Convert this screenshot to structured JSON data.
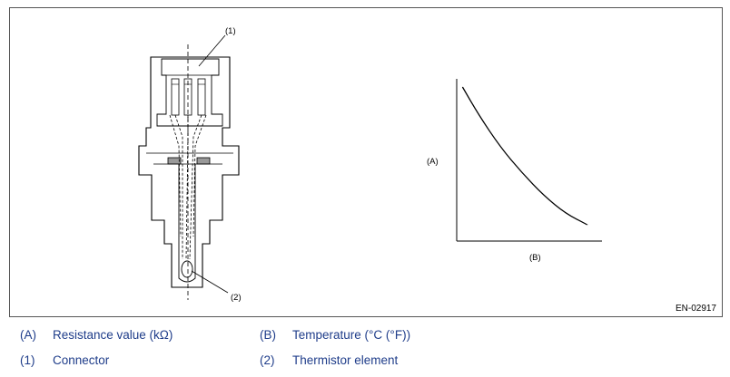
{
  "figure": {
    "callouts": {
      "connector_num": "(1)",
      "thermistor_num": "(2)"
    },
    "axis_labels": {
      "y": "(A)",
      "x": "(B)"
    },
    "figure_id": "EN-02917",
    "chart_data": {
      "type": "line",
      "title": "",
      "xlabel": "(B)",
      "ylabel": "(A)",
      "series": [
        {
          "values_shape": "decreasing-convex",
          "points": [
            [
              0.04,
              0.95
            ],
            [
              0.15,
              0.78
            ],
            [
              0.3,
              0.58
            ],
            [
              0.45,
              0.42
            ],
            [
              0.6,
              0.28
            ],
            [
              0.75,
              0.17
            ],
            [
              0.9,
              0.1
            ]
          ]
        }
      ]
    }
  },
  "legend": [
    {
      "key": "(A)",
      "text": "Resistance value (kΩ)"
    },
    {
      "key": "(B)",
      "text": "Temperature (°C (°F))"
    },
    {
      "key": "(1)",
      "text": "Connector"
    },
    {
      "key": "(2)",
      "text": "Thermistor element"
    }
  ]
}
